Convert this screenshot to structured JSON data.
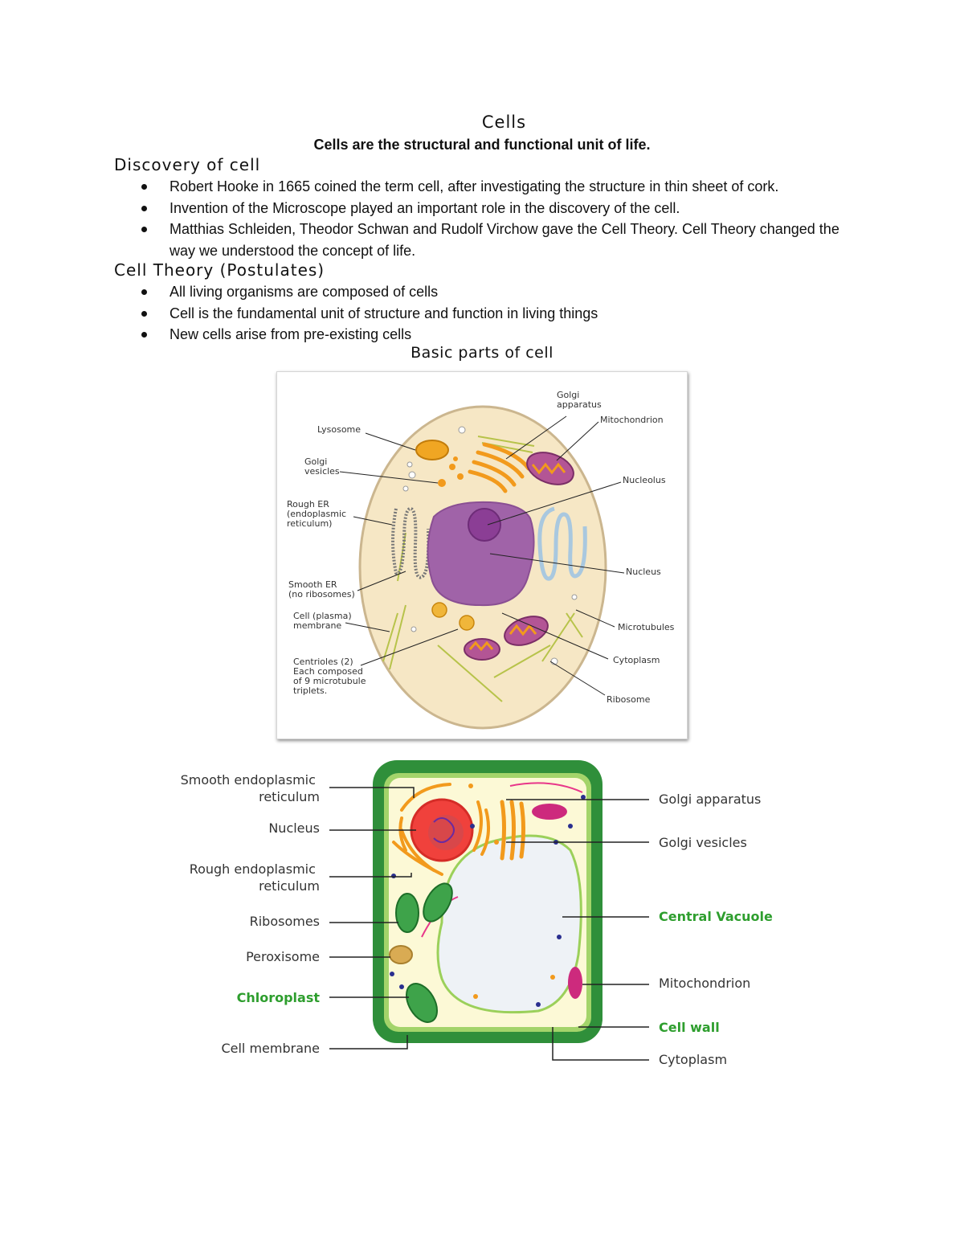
{
  "title": "Cells",
  "subtitle": "Cells are the structural and functional unit of life.",
  "sections": [
    {
      "heading": "Discovery of cell",
      "bullets": [
        "Robert Hooke in 1665 coined the term cell, after investigating the structure in thin sheet of cork.",
        "Invention of the Microscope played an important role in the discovery of the cell.",
        "Matthias Schleiden, Theodor Schwan and Rudolf Virchow gave the Cell Theory. Cell Theory changed the way we understood the concept of life."
      ]
    },
    {
      "heading": "Cell Theory (Postulates)",
      "bullets": [
        "All living organisms are composed of cells",
        "Cell is the fundamental unit of structure and function in living things",
        "New cells arise from pre-existing cells"
      ]
    }
  ],
  "figure_caption": "Basic parts of cell",
  "animal_cell": {
    "labels": {
      "golgi_apparatus": [
        "Golgi",
        "apparatus"
      ],
      "mitochondrion": "Mitochondrion",
      "lysosome": "Lysosome",
      "golgi_vesicles": [
        "Golgi",
        "vesicles"
      ],
      "nucleolus": "Nucleolus",
      "rough_er": [
        "Rough ER",
        "(endoplasmic",
        "reticulum)"
      ],
      "nucleus": "Nucleus",
      "smooth_er": [
        "Smooth ER",
        "(no ribosomes)"
      ],
      "cell_membrane": [
        "Cell (plasma)",
        "membrane"
      ],
      "microtubules": "Microtubules",
      "cytoplasm": "Cytoplasm",
      "centrioles": [
        "Centrioles (2)",
        "Each composed",
        "of 9 microtubule",
        "triplets."
      ],
      "ribosome": "Ribosome"
    }
  },
  "plant_cell": {
    "labels": {
      "smooth_er": [
        "Smooth endoplasmic",
        "reticulum"
      ],
      "nucleus": "Nucleus",
      "rough_er": [
        "Rough endoplasmic",
        "reticulum"
      ],
      "ribosomes": "Ribosomes",
      "peroxisome": "Peroxisome",
      "chloroplast": "Chloroplast",
      "cell_membrane": "Cell membrane",
      "golgi_apparatus": "Golgi apparatus",
      "golgi_vesicles": "Golgi vesicles",
      "central_vacuole": "Central Vacuole",
      "mitochondrion": "Mitochondrion",
      "cell_wall": "Cell wall",
      "cytoplasm": "Cytoplasm"
    },
    "highlight_color": "#2e9e2e"
  }
}
